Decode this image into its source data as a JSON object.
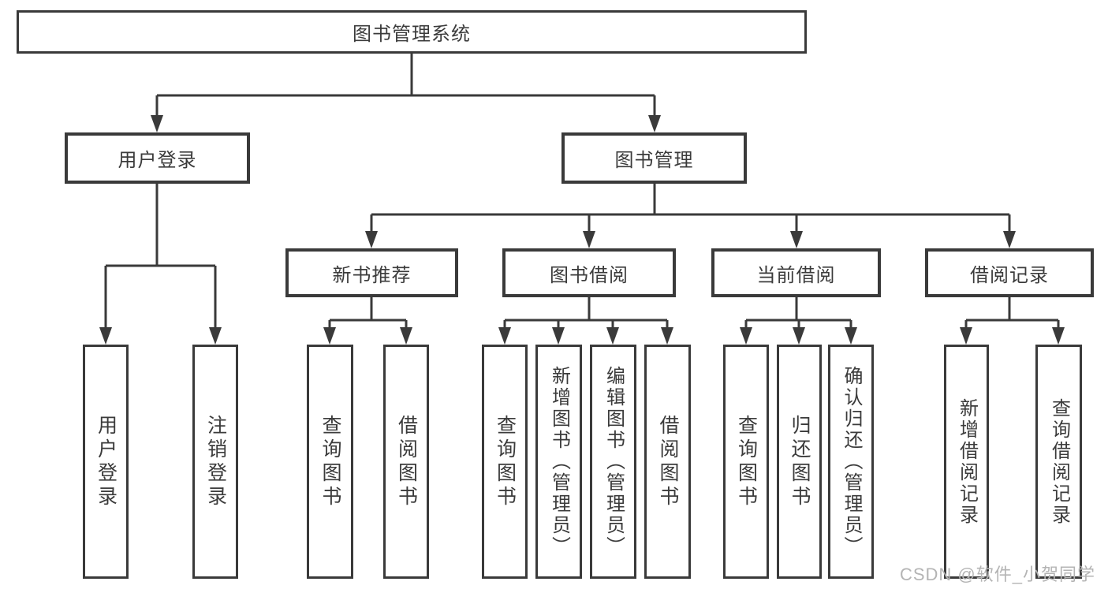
{
  "diagram_title": "图书管理系统",
  "tree": {
    "root": "图书管理系统",
    "level2": [
      {
        "label": "用户登录",
        "children": [
          {
            "label": "用户登录"
          },
          {
            "label": "注销登录"
          }
        ]
      },
      {
        "label": "图书管理",
        "children": [
          {
            "label": "新书推荐",
            "children": [
              {
                "label": "查询图书"
              },
              {
                "label": "借阅图书"
              }
            ]
          },
          {
            "label": "图书借阅",
            "children": [
              {
                "label": "查询图书"
              },
              {
                "label": "新增图书（管理员）"
              },
              {
                "label": "编辑图书（管理员）"
              },
              {
                "label": "借阅图书"
              }
            ]
          },
          {
            "label": "当前借阅",
            "children": [
              {
                "label": "查询图书"
              },
              {
                "label": "归还图书"
              },
              {
                "label": "确认归还（管理员）"
              }
            ]
          },
          {
            "label": "借阅记录",
            "children": [
              {
                "label": "新增借阅记录"
              },
              {
                "label": "查询借阅记录"
              }
            ]
          }
        ]
      }
    ]
  },
  "watermark": {
    "text": "CSDN @软件_小贺同学"
  },
  "colors": {
    "line": "#3a3a3a",
    "text": "#3b3b3b",
    "box_background": "#ffffff",
    "watermark": "#b4b4b4"
  }
}
